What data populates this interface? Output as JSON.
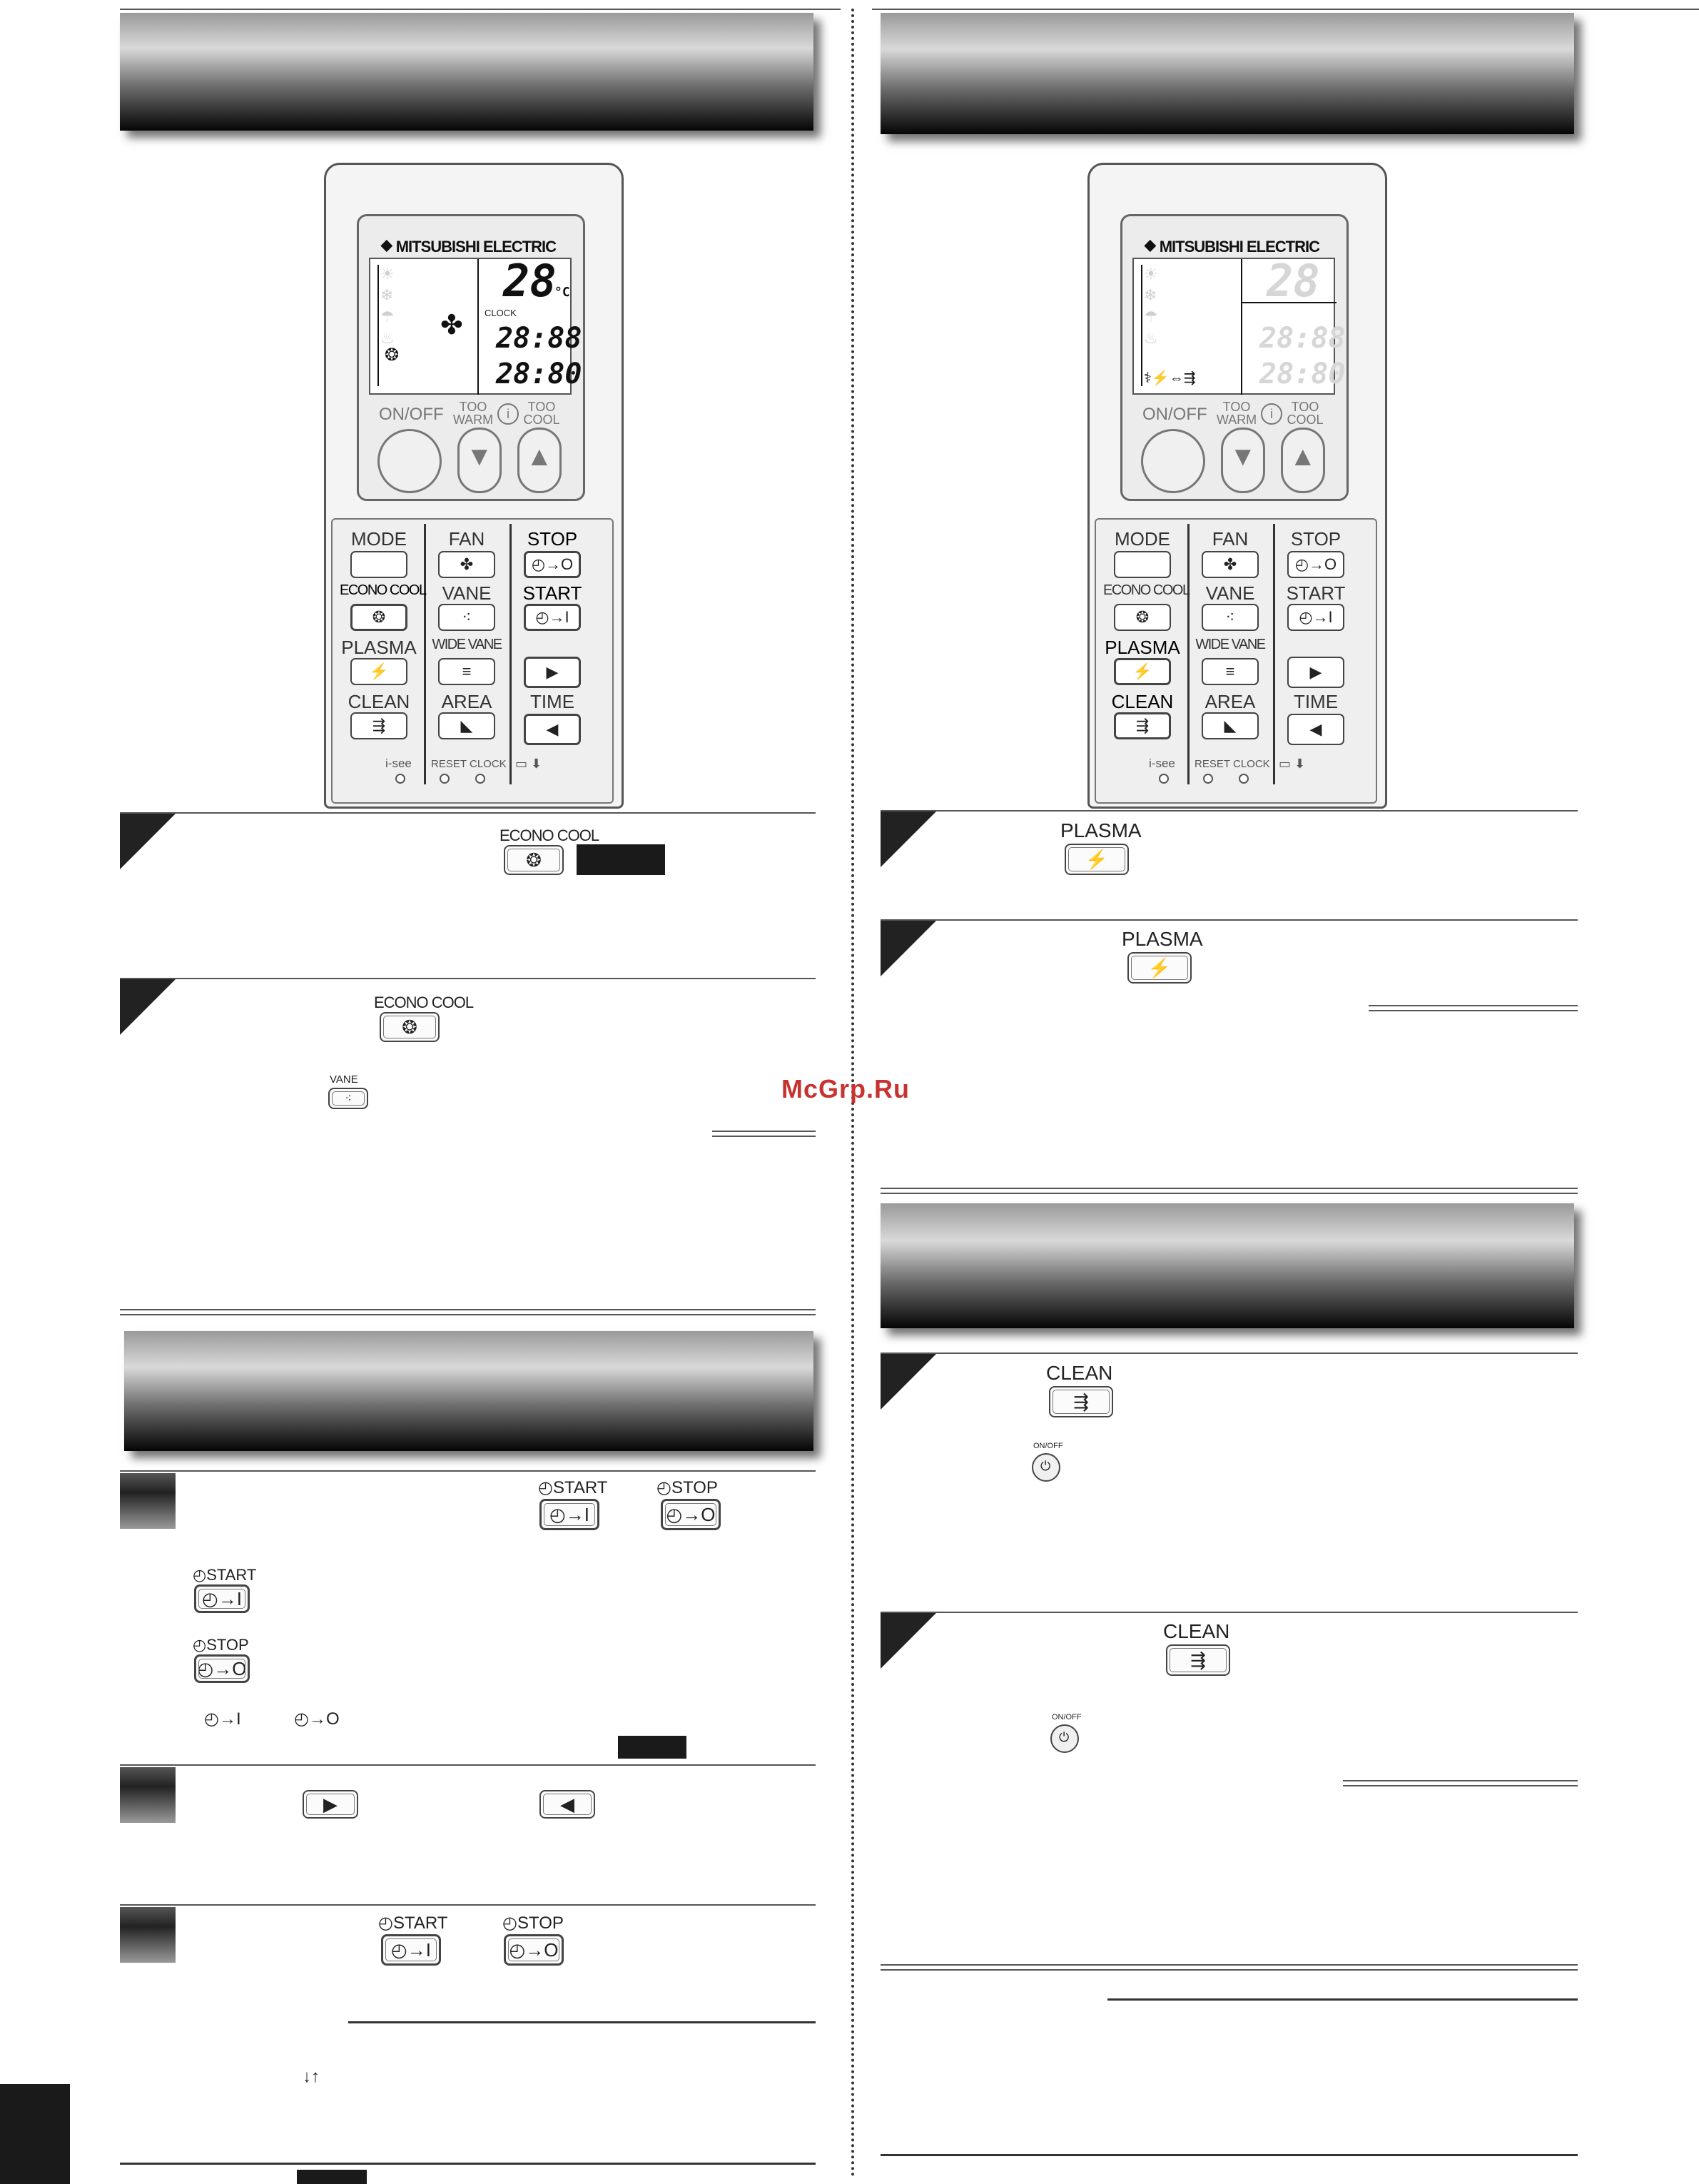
{
  "watermark": "McGrp.Ru",
  "remote": {
    "brand": "MITSUBISHI ELECTRIC",
    "lcd_temp": "28",
    "lcd_unit": "°C",
    "lcd_clock_label": "CLOCK",
    "lcd_time1": "28:88",
    "lcd_time2": "28:80",
    "onoff": "ON/OFF",
    "too_warm": "TOO WARM",
    "too_cool": "TOO COOL",
    "mode": "MODE",
    "fan": "FAN",
    "stop": "STOP",
    "econo_cool": "ECONO COOL",
    "vane": "VANE",
    "start": "START",
    "plasma": "PLASMA",
    "wide_vane": "WIDE VANE",
    "clean": "CLEAN",
    "area": "AREA",
    "time": "TIME",
    "isee": "i-see",
    "reset": "RESET",
    "clock": "CLOCK"
  },
  "labels": {
    "econo_cool": "ECONO COOL",
    "vane": "VANE",
    "start": "START",
    "stop": "STOP",
    "plasma": "PLASMA",
    "clean": "CLEAN",
    "onoff": "ON/OFF"
  },
  "icons": {
    "start_symbol": "◴→I",
    "stop_symbol": "◴→O",
    "right_arrow": "▶",
    "left_arrow": "◀",
    "updown": "↓↑",
    "bolt": "⚡",
    "fan": "✤",
    "econo": "❂"
  }
}
